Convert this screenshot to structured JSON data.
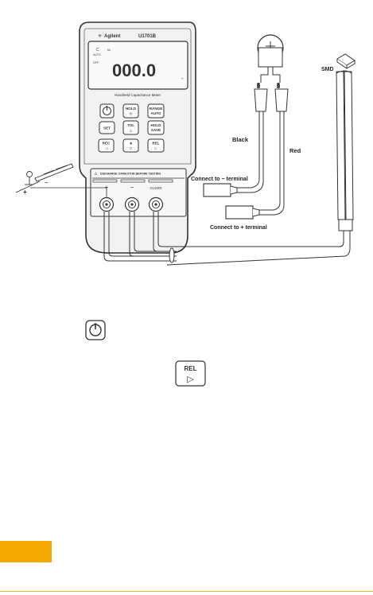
{
  "meter": {
    "brand": "Agilent",
    "model": "U1701B",
    "display_reading": "000.0",
    "lcd_small_a": "C",
    "lcd_small_b": "NL",
    "lcd_small_auto": "AUTO",
    "lcd_small_off": "OFF",
    "subtitle": "Handheld Capacitance Meter",
    "warning": "DISCHARGE CAPACITOR BEFORE TESTING",
    "buttons": [
      {
        "line1": "",
        "line2": ""
      },
      {
        "line1": "HOLD",
        "line2": "◎"
      },
      {
        "line1": "RANGE",
        "line2": "AUTO"
      },
      {
        "line1": "SET",
        "line2": ""
      },
      {
        "line1": "TOL",
        "line2": "△"
      },
      {
        "line1": "HOLD",
        "line2": "SAVE"
      },
      {
        "line1": "REC",
        "line2": "◁"
      },
      {
        "line1": "◈",
        "line2": "▽"
      },
      {
        "line1": "REL",
        "line2": "▷"
      }
    ],
    "terminals": {
      "plus": "+",
      "minus": "−",
      "guard": "GUARD"
    }
  },
  "labels": {
    "black": "Black",
    "red": "Red",
    "connect_minus": "Connect to − terminal",
    "connect_plus": "Connect to + terminal",
    "smd": "SMD",
    "probe_plus": "+",
    "probe_minus": "−"
  },
  "rel_key": {
    "line1": "REL",
    "line2": "▷"
  },
  "colors": {
    "orange_tab": "#f5a800",
    "rule": "#e7b83a"
  }
}
